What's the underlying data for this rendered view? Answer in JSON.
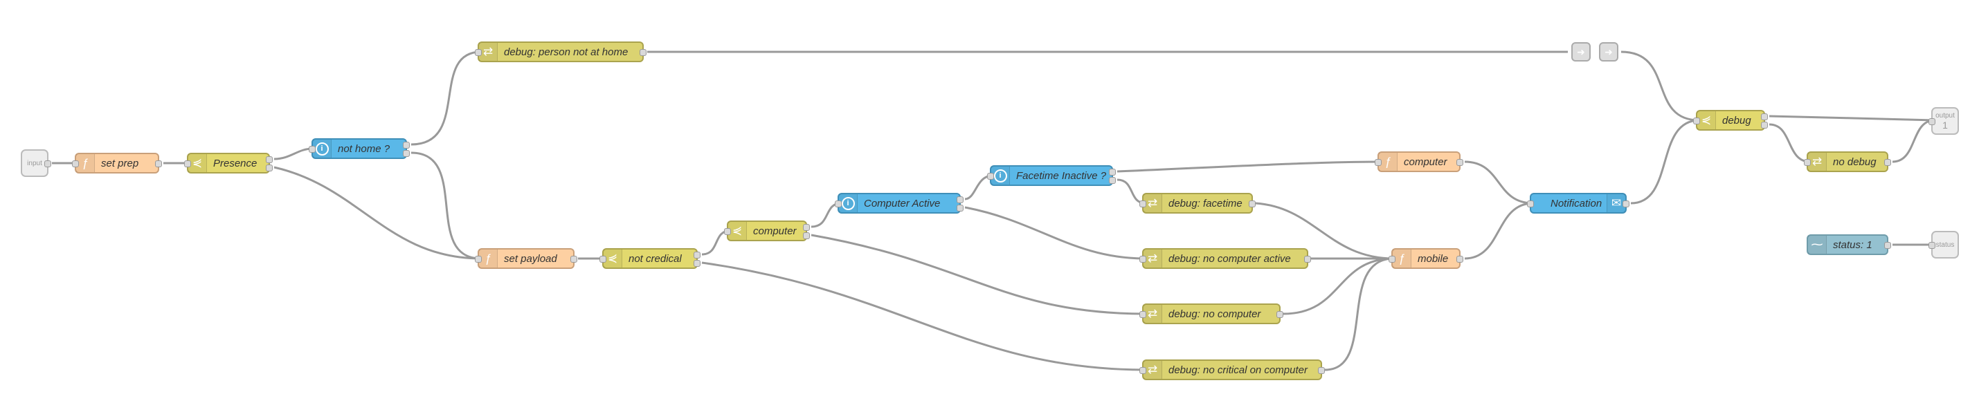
{
  "flow": {
    "input_label": "input",
    "nodes": {
      "set_prep": "set prep",
      "presence": "Presence",
      "not_home": "not home ?",
      "debug_person": "debug: person not at home",
      "set_payload": "set payload",
      "not_cretical": "not credical",
      "computer_switch": "computer",
      "computer_active": "Computer Active",
      "facetime_inactive": "Facetime Inactive ?",
      "debug_facetime": "debug: facetime",
      "debug_no_computer_active": "debug: no computer active",
      "debug_no_computer": "debug: no computer",
      "debug_no_critical": "debug: no critical on computer",
      "computer_func": "computer",
      "mobile": "mobile",
      "notification": "Notification",
      "debug": "debug",
      "no_debug": "no debug",
      "status": "status: 1"
    },
    "output": {
      "label": "output",
      "number": "1"
    },
    "status_label": "status"
  },
  "icons": {
    "function": "function-icon",
    "switch": "switch-icon",
    "filter": "info-filter-icon",
    "link": "link-icon",
    "status": "status-pulse-icon",
    "notify": "notification-icon"
  },
  "colors": {
    "function": "#fdd0a2",
    "switch": "#e2d96e",
    "filter": "#5ab8e8",
    "debug": "#dbd371",
    "wire": "#999999"
  }
}
